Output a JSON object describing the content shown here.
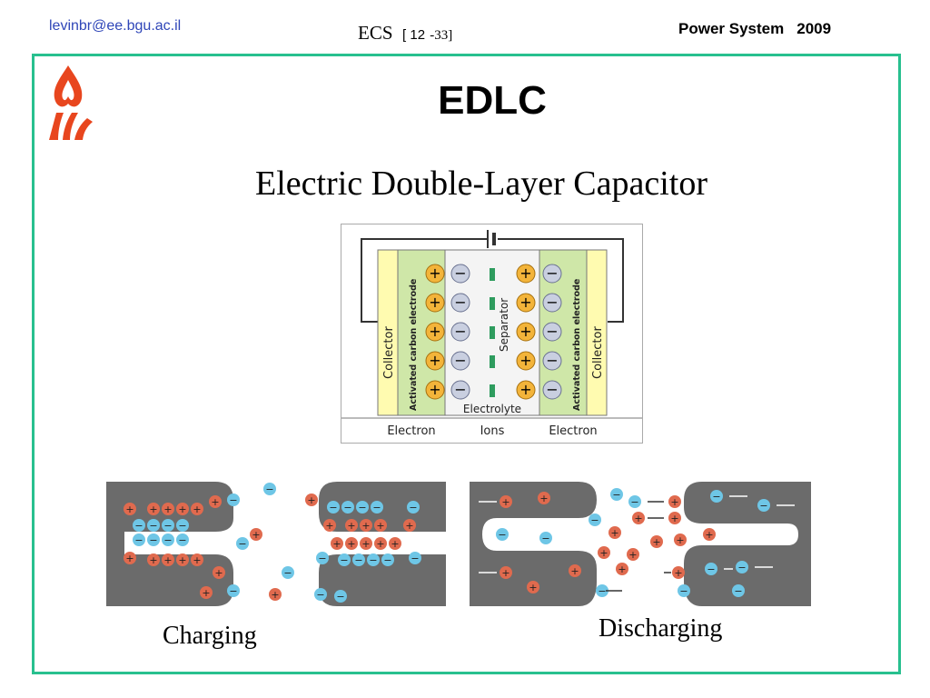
{
  "header": {
    "email": "levinbr@ee.bgu.ac.il",
    "course": "ECS",
    "page_open": "[ 12",
    "page_total": "-33]",
    "right_title": "Power System",
    "year": "2009"
  },
  "slide": {
    "title": "EDLC",
    "subtitle": "Electric Double-Layer Capacitor"
  },
  "diagram": {
    "collector_left": "Collector",
    "electrode_left": "Activated carbon electrode",
    "separator": "Separator",
    "electrode_right": "Activated carbon electrode",
    "collector_right": "Collector",
    "electrolyte": "Electrolyte",
    "bottom_left": "Electron",
    "bottom_mid": "Ions",
    "bottom_right": "Electron"
  },
  "captions": {
    "charging": "Charging",
    "discharging": "Discharging"
  },
  "colors": {
    "frame": "#28c08f",
    "email": "#2f46b8",
    "logo": "#e8461e",
    "cation": "#e06a4e",
    "anion": "#6ec6e6",
    "electrode": "#6b6b6b"
  }
}
